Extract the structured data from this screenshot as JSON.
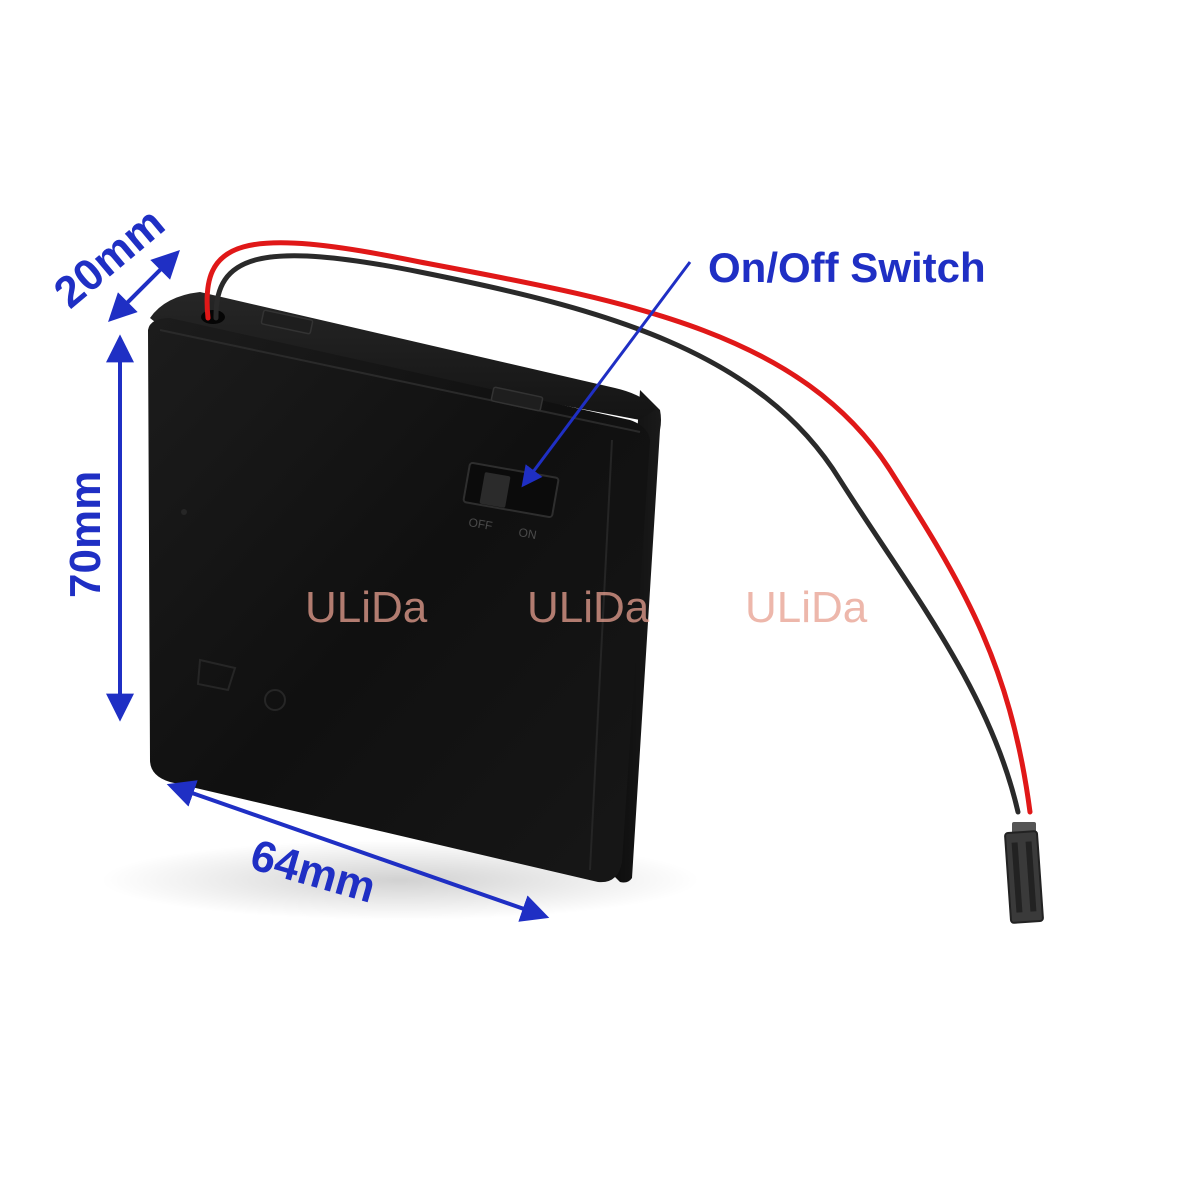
{
  "annotations": {
    "depth_label": "20mm",
    "height_label": "70mm",
    "width_label": "64mm",
    "switch_label": "On/Off Switch"
  },
  "watermark": {
    "items": [
      "ULiDa",
      "ULiDa",
      "ULiDa"
    ]
  },
  "switch_markings": {
    "off": "OFF",
    "on": "ON"
  },
  "colors": {
    "annotation": "#1f2fc4",
    "watermark": "#e8a090",
    "case": "#121212",
    "wire_red": "#e01818",
    "wire_black": "#2a2a2a",
    "connector": "#3a3a3a"
  },
  "icons": {
    "case": "battery-box",
    "switch": "slide-switch",
    "connector": "dupont-connector"
  }
}
